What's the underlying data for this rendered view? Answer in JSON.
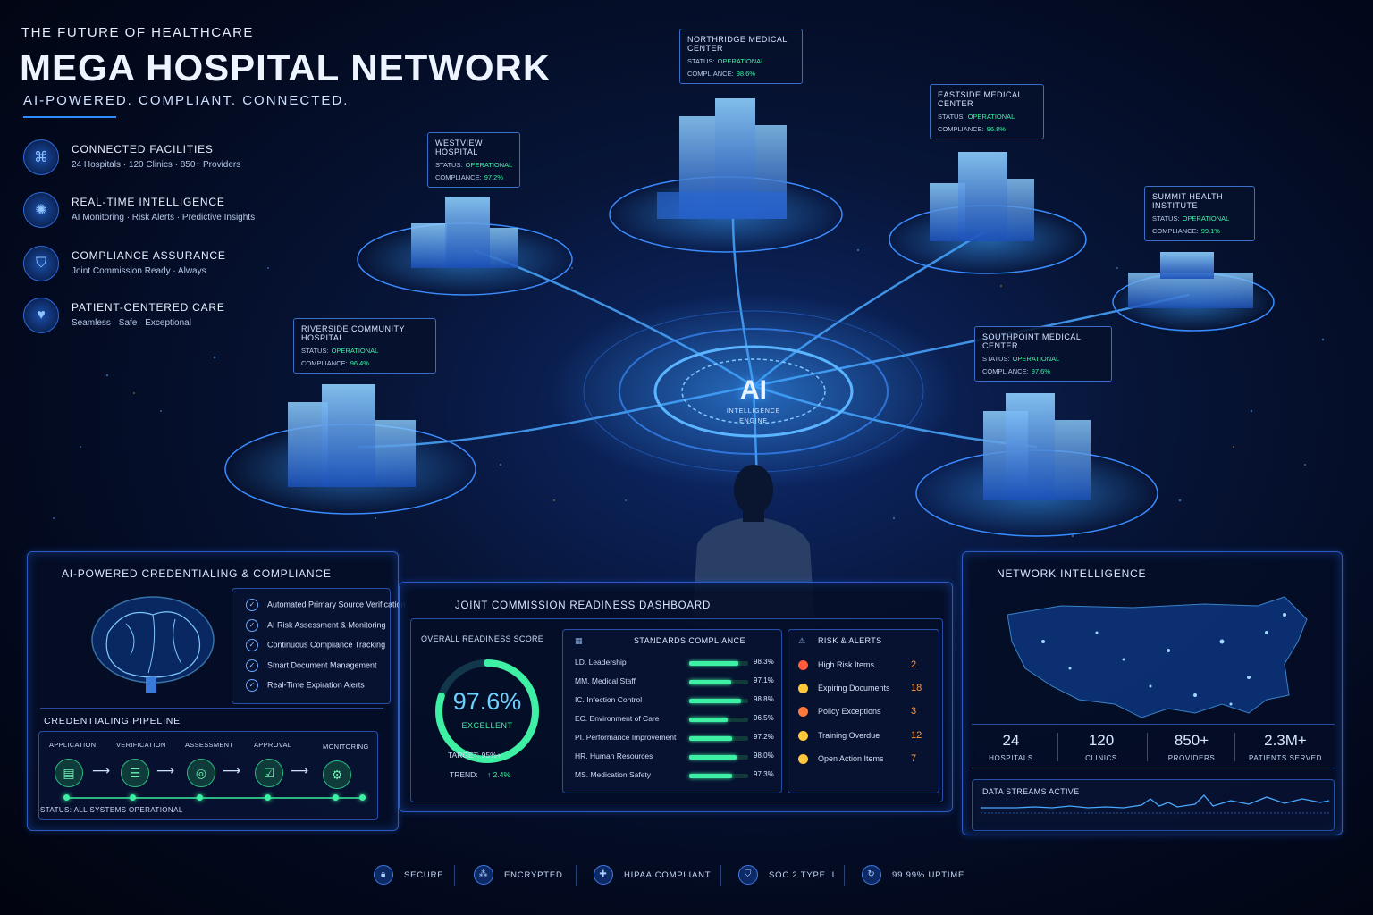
{
  "header": {
    "tagline": "THE FUTURE OF HEALTHCARE",
    "title": "MEGA HOSPITAL NETWORK",
    "subtitle": "AI-POWERED. COMPLIANT. CONNECTED."
  },
  "features": [
    {
      "icon": "network-icon",
      "title": "CONNECTED FACILITIES",
      "sub": "24 Hospitals · 120 Clinics · 850+ Providers"
    },
    {
      "icon": "brain-icon",
      "title": "REAL-TIME INTELLIGENCE",
      "sub": "AI Monitoring · Risk Alerts · Predictive Insights"
    },
    {
      "icon": "shield-icon",
      "title": "COMPLIANCE ASSURANCE",
      "sub": "Joint Commission Ready · Always"
    },
    {
      "icon": "heart-icon",
      "title": "PATIENT-CENTERED CARE",
      "sub": "Seamless · Safe · Exceptional"
    }
  ],
  "hospitals": [
    {
      "name": "NORTHRIDGE MEDICAL CENTER",
      "status_label": "STATUS:",
      "status": "OPERATIONAL",
      "compliance_label": "COMPLIANCE:",
      "compliance": "98.6%"
    },
    {
      "name": "EASTSIDE MEDICAL CENTER",
      "status_label": "STATUS:",
      "status": "OPERATIONAL",
      "compliance_label": "COMPLIANCE:",
      "compliance": "96.8%"
    },
    {
      "name": "WESTVIEW HOSPITAL",
      "status_label": "STATUS:",
      "status": "OPERATIONAL",
      "compliance_label": "COMPLIANCE:",
      "compliance": "97.2%"
    },
    {
      "name": "SUMMIT HEALTH INSTITUTE",
      "status_label": "STATUS:",
      "status": "OPERATIONAL",
      "compliance_label": "COMPLIANCE:",
      "compliance": "99.1%"
    },
    {
      "name": "RIVERSIDE COMMUNITY HOSPITAL",
      "status_label": "STATUS:",
      "status": "OPERATIONAL",
      "compliance_label": "COMPLIANCE:",
      "compliance": "96.4%"
    },
    {
      "name": "SOUTHPOINT MEDICAL CENTER",
      "status_label": "STATUS:",
      "status": "OPERATIONAL",
      "compliance_label": "COMPLIANCE:",
      "compliance": "97.6%"
    }
  ],
  "ai_core": {
    "title": "AI",
    "line1": "INTELLIGENCE",
    "line2": "ENGINE"
  },
  "credentialing": {
    "title": "AI-POWERED CREDENTIALING & COMPLIANCE",
    "items": [
      "Automated Primary Source Verification",
      "AI Risk Assessment & Monitoring",
      "Continuous Compliance Tracking",
      "Smart Document Management",
      "Real-Time Expiration Alerts"
    ],
    "pipeline_title": "CREDENTIALING PIPELINE",
    "pipeline_steps": [
      "APPLICATION",
      "VERIFICATION",
      "ASSESSMENT",
      "APPROVAL",
      "MONITORING"
    ],
    "status": "STATUS:  ALL SYSTEMS OPERATIONAL"
  },
  "dashboard": {
    "title": "JOINT COMMISSION READINESS DASHBOARD",
    "readiness_label": "OVERALL READINESS SCORE",
    "score": "97.6%",
    "score_value": 97.6,
    "rating": "EXCELLENT",
    "target": "TARGET: 95%+",
    "trend_label": "TREND:",
    "trend": "↑ 2.4%",
    "standards_title": "STANDARDS COMPLIANCE",
    "standards": [
      {
        "name": "LD. Leadership",
        "value": "98.3%",
        "pct": 98.3
      },
      {
        "name": "MM. Medical Staff",
        "value": "97.1%",
        "pct": 97.1
      },
      {
        "name": "IC. Infection Control",
        "value": "98.8%",
        "pct": 98.8
      },
      {
        "name": "EC. Environment of Care",
        "value": "96.5%",
        "pct": 96.5
      },
      {
        "name": "PI. Performance Improvement",
        "value": "97.2%",
        "pct": 97.2
      },
      {
        "name": "HR. Human Resources",
        "value": "98.0%",
        "pct": 98.0
      },
      {
        "name": "MS. Medication Safety",
        "value": "97.3%",
        "pct": 97.3
      }
    ],
    "risk_title": "RISK & ALERTS",
    "risks": [
      {
        "label": "High Risk Items",
        "count": "2",
        "color": "#ff5a3a"
      },
      {
        "label": "Expiring Documents",
        "count": "18",
        "color": "#ffc83a"
      },
      {
        "label": "Policy Exceptions",
        "count": "3",
        "color": "#ff7a3a"
      },
      {
        "label": "Training Overdue",
        "count": "12",
        "color": "#ffc83a"
      },
      {
        "label": "Open Action Items",
        "count": "7",
        "color": "#ffc83a"
      }
    ]
  },
  "network": {
    "title": "NETWORK INTELLIGENCE",
    "stats": [
      {
        "value": "24",
        "label": "HOSPITALS"
      },
      {
        "value": "120",
        "label": "CLINICS"
      },
      {
        "value": "850+",
        "label": "PROVIDERS"
      },
      {
        "value": "2.3M+",
        "label": "PATIENTS SERVED"
      }
    ],
    "streams_label": "DATA STREAMS ACTIVE"
  },
  "footer": [
    {
      "icon": "lock-icon",
      "label": "SECURE"
    },
    {
      "icon": "encryption-icon",
      "label": "ENCRYPTED"
    },
    {
      "icon": "hipaa-icon",
      "label": "HIPAA COMPLIANT"
    },
    {
      "icon": "soc2-shield-icon",
      "label": "SOC 2 TYPE II"
    },
    {
      "icon": "uptime-icon",
      "label": "99.99% UPTIME"
    }
  ]
}
